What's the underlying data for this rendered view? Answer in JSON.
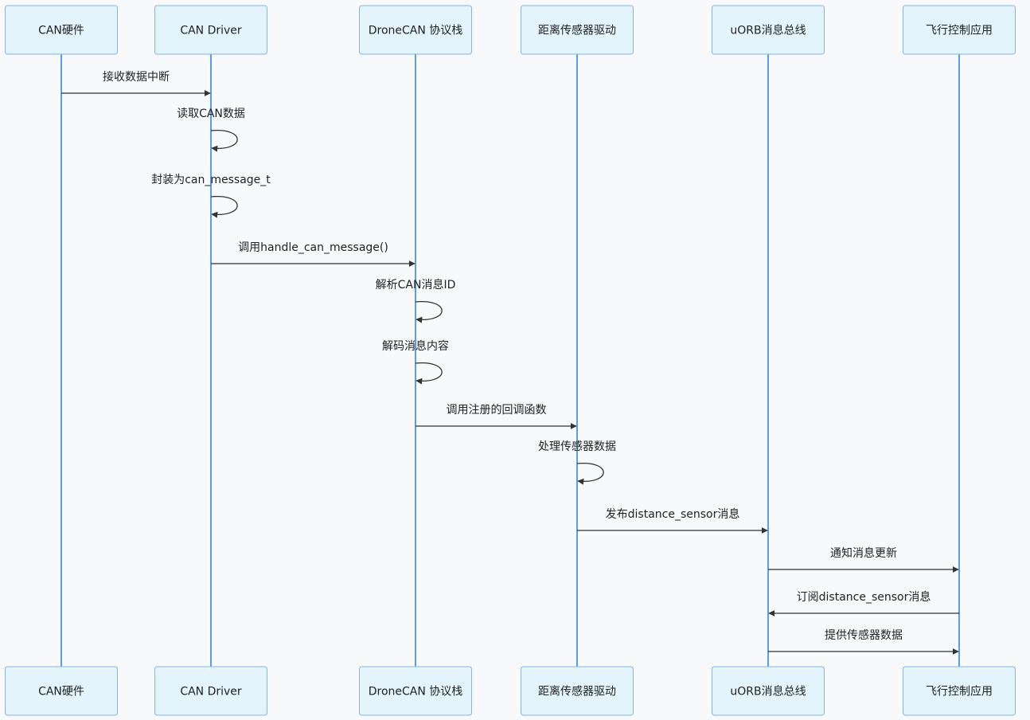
{
  "participants": [
    {
      "id": "hw",
      "label": "CAN硬件"
    },
    {
      "id": "drv",
      "label": "CAN Driver"
    },
    {
      "id": "stack",
      "label": "DroneCAN 协议栈"
    },
    {
      "id": "sensor",
      "label": "距离传感器驱动"
    },
    {
      "id": "uorb",
      "label": "uORB消息总线"
    },
    {
      "id": "fc",
      "label": "飞行控制应用"
    }
  ],
  "messages": [
    {
      "from": "hw",
      "to": "drv",
      "label": "接收数据中断"
    },
    {
      "from": "drv",
      "to": "drv",
      "label": "读取CAN数据"
    },
    {
      "from": "drv",
      "to": "drv",
      "label": "封装为can_message_t"
    },
    {
      "from": "drv",
      "to": "stack",
      "label": "调用handle_can_message()"
    },
    {
      "from": "stack",
      "to": "stack",
      "label": "解析CAN消息ID"
    },
    {
      "from": "stack",
      "to": "stack",
      "label": "解码消息内容"
    },
    {
      "from": "stack",
      "to": "sensor",
      "label": "调用注册的回调函数"
    },
    {
      "from": "sensor",
      "to": "sensor",
      "label": "处理传感器数据"
    },
    {
      "from": "sensor",
      "to": "uorb",
      "label": "发布distance_sensor消息"
    },
    {
      "from": "uorb",
      "to": "fc",
      "label": "通知消息更新"
    },
    {
      "from": "fc",
      "to": "uorb",
      "label": "订阅distance_sensor消息"
    },
    {
      "from": "uorb",
      "to": "fc",
      "label": "提供传感器数据"
    }
  ]
}
